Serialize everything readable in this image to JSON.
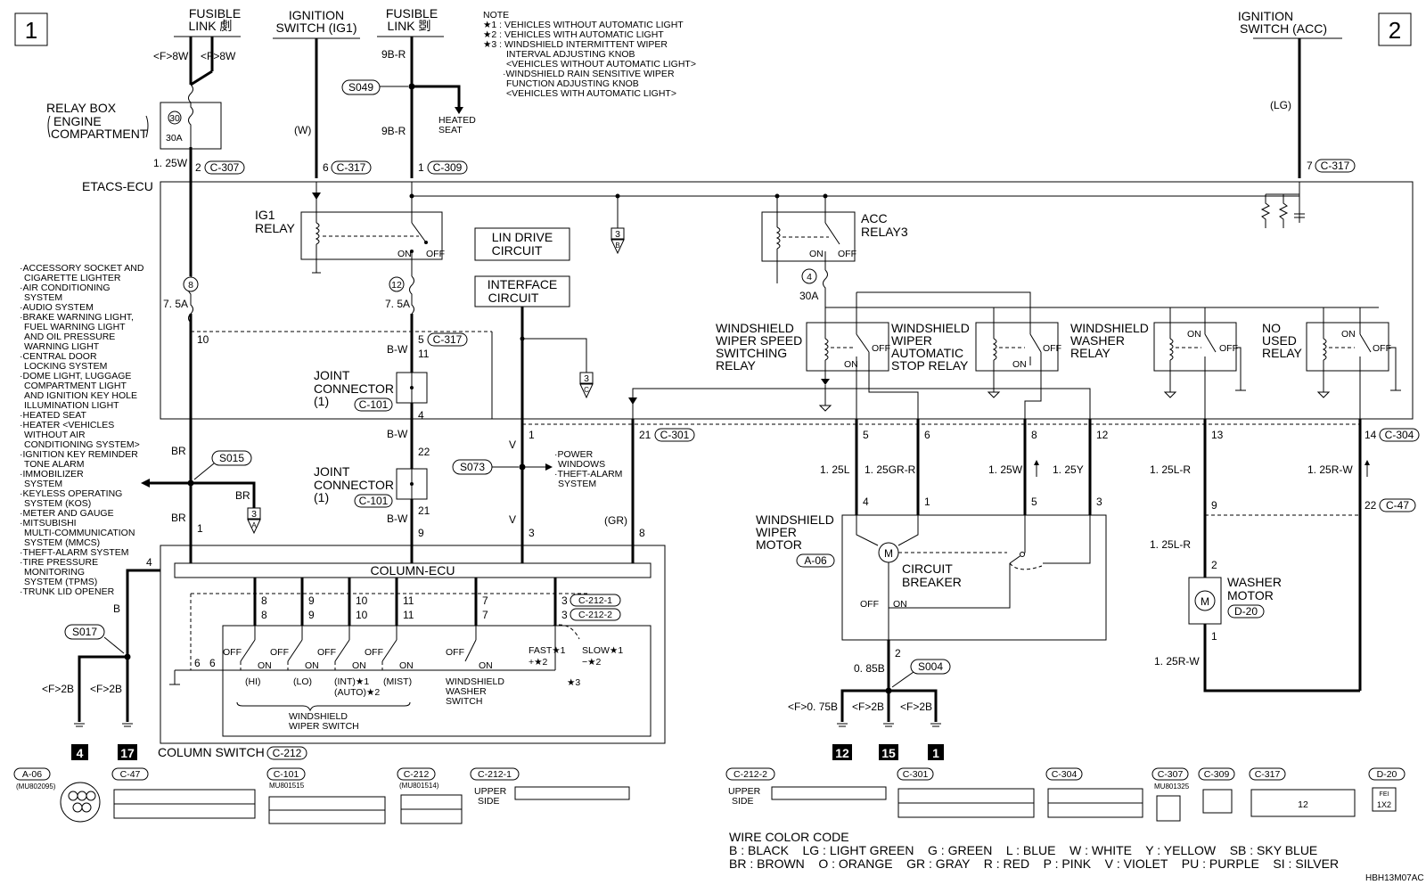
{
  "page": {
    "page_no_left": "1",
    "page_no_right": "2",
    "diagram_id": "HBH13M07AC"
  },
  "notes": {
    "header": "NOTE",
    "n1": "★1 : VEHICLES WITHOUT AUTOMATIC LIGHT",
    "n2": "★2 : VEHICLES WITH AUTOMATIC LIGHT",
    "n3a": "★3 : WINDSHIELD INTERMITTENT WIPER",
    "n3b": "INTERVAL ADJUSTING KNOB",
    "n3c": "<VEHICLES WITHOUT AUTOMATIC LIGHT>",
    "n3d": "·WINDSHIELD RAIN SENSITIVE WIPER",
    "n3e": "FUNCTION ADJUSTING KNOB",
    "n3f": "<VEHICLES WITH AUTOMATIC LIGHT>"
  },
  "top": {
    "fusible36_a": "FUSIBLE",
    "fusible36_b": "LINK 㓺",
    "ign_ig1_a": "IGNITION",
    "ign_ig1_b": "SWITCH (IG1)",
    "fusible34_a": "FUSIBLE",
    "fusible34_b": "LINK 㓸",
    "ign_acc_a": "IGNITION",
    "ign_acc_b": "SWITCH (ACC)",
    "f8w_1": "<F>8W",
    "f8w_2": "<F>8W",
    "w9br_1": "9B-R",
    "w9br_2": "9B-R",
    "w_w": "(W)",
    "w_lg": "(LG)",
    "s049": "S049",
    "heated_a": "HEATED",
    "heated_b": "SEAT"
  },
  "relay_box": {
    "l1": "RELAY BOX",
    "l2": "ENGINE",
    "l3": "COMPARTMENT",
    "fuse_no": "30",
    "amp": "30A",
    "wire": "1. 25W"
  },
  "connectors": {
    "c307_pin": "2",
    "c307": "C-307",
    "c317_pin6": "6",
    "c317a": "C-317",
    "c309_pin": "1",
    "c309": "C-309",
    "c317_pin7": "7",
    "c317b": "C-317",
    "c317_pin5": "5",
    "c317c": "C-317",
    "c301_pin21": "21",
    "c301": "C-301",
    "c304_pin14": "14",
    "c304": "C-304",
    "c47_pin22": "22",
    "c47": "C-47",
    "c212": "C-212",
    "c2121": "C-212-1",
    "c2122": "C-212-2",
    "c101a": "C-101",
    "c101b": "C-101",
    "a06": "A-06",
    "d20": "D-20"
  },
  "etacs": {
    "label": "ETACS-ECU",
    "ig1_a": "IG1",
    "ig1_b": "RELAY",
    "on": "ON",
    "off": "OFF",
    "fuse8": "8",
    "fuse8_amp": "7. 5A",
    "fuse12": "12",
    "fuse12_amp": "7. 5A",
    "fuse4": "4",
    "fuse4_amp": "30A",
    "lin_a": "LIN DRIVE",
    "lin_b": "CIRCUIT",
    "if_a": "INTERFACE",
    "if_b": "CIRCUIT",
    "acc_a": "ACC",
    "acc_b": "RELAY3",
    "ref3b": "3",
    "ref3b_l": "B",
    "ref3c": "3",
    "ref3c_l": "C",
    "ref3a": "3",
    "ref3a_l": "A",
    "r1_a": "WINDSHIELD",
    "r1_b": "WIPER SPEED",
    "r1_c": "SWITCHING",
    "r1_d": "RELAY",
    "r2_a": "WINDSHIELD",
    "r2_b": "WIPER",
    "r2_c": "AUTOMATIC",
    "r2_d": "STOP RELAY",
    "r3_a": "WINDSHIELD",
    "r3_b": "WASHER",
    "r3_c": "RELAY",
    "r4_a": "NO",
    "r4_b": "USED",
    "r4_c": "RELAY"
  },
  "pins": {
    "p10": "10",
    "p11": "11",
    "p4": "4",
    "p22": "22",
    "p21": "21",
    "p9": "9",
    "p1a": "1",
    "p3a": "3",
    "p8a": "8",
    "p1b": "1",
    "p5": "5",
    "p6": "6",
    "p8": "8",
    "p12": "12",
    "p13": "13",
    "m4": "4",
    "m1": "1",
    "m5": "5",
    "m3": "3",
    "m2": "2",
    "w9": "9",
    "w2": "2",
    "w1": "1",
    "col4": "4"
  },
  "wires": {
    "br1": "BR",
    "br2": "BR",
    "br3": "BR",
    "bw1": "B-W",
    "bw2": "B-W",
    "bw3": "B-W",
    "v1": "V",
    "v2": "V",
    "gr": "(GR)",
    "b": "B",
    "f2b1": "<F>2B",
    "f2b2": "<F>2B",
    "l125": "1. 25L",
    "gr125": "1. 25GR-R",
    "w125": "1. 25W",
    "y125": "1. 25Y",
    "lr125a": "1. 25L-R",
    "rw125a": "1. 25R-W",
    "lr125b": "1. 25L-R",
    "rw125b": "1. 25R-W",
    "b085": "0. 85B",
    "f075": "<F>0. 75B",
    "f2b3": "<F>2B",
    "f2b4": "<F>2B"
  },
  "splices": {
    "s015": "S015",
    "s073": "S073",
    "s017": "S017",
    "s004": "S004"
  },
  "joints": {
    "j1_a": "JOINT",
    "j1_b": "CONNECTOR",
    "j1_c": "(1)",
    "j2_a": "JOINT",
    "j2_b": "CONNECTOR",
    "j2_c": "(1)"
  },
  "power_windows": {
    "a": "·POWER",
    "b": "WINDOWS",
    "c": "·THEFT-ALARM",
    "d": "SYSTEM"
  },
  "left_list": [
    "·ACCESSORY SOCKET AND",
    "CIGARETTE LIGHTER",
    "·AIR CONDITIONING",
    "SYSTEM",
    "·AUDIO SYSTEM",
    "·BRAKE WARNING LIGHT,",
    "FUEL WARNING LIGHT",
    "AND OIL PRESSURE",
    "WARNING LIGHT",
    "·CENTRAL DOOR",
    "LOCKING SYSTEM",
    "·DOME LIGHT, LUGGAGE",
    "COMPARTMENT LIGHT",
    "AND IGNITION KEY HOLE",
    "ILLUMINATION LIGHT",
    "·HEATED SEAT",
    "·HEATER <VEHICLES",
    "WITHOUT AIR",
    "CONDITIONING SYSTEM>",
    "·IGNITION KEY REMINDER",
    "TONE ALARM",
    "·IMMOBILIZER",
    "SYSTEM",
    "·KEYLESS OPERATING",
    "SYSTEM (KOS)",
    "·METER AND GAUGE",
    "·MITSUBISHI",
    "MULTI-COMMUNICATION",
    "SYSTEM (MMCS)",
    "·THEFT-ALARM SYSTEM",
    "·TIRE PRESSURE",
    "MONITORING",
    "SYSTEM (TPMS)",
    "·TRUNK LID OPENER"
  ],
  "column": {
    "ecu": "COLUMN-ECU",
    "switch": "COLUMN SWITCH",
    "pins_top": [
      "8",
      "9",
      "10",
      "11",
      "7",
      "3"
    ],
    "pins_bot": [
      "8",
      "9",
      "10",
      "11",
      "7",
      "3"
    ],
    "p6a": "6",
    "p6b": "6",
    "off": "OFF",
    "on": "ON",
    "hi": "(HI)",
    "lo": "(LO)",
    "int": "(INT)★1",
    "auto": "(AUTO)★2",
    "mist": "(MIST)",
    "fast": "FAST★1",
    "plus": "+★2",
    "slow": "SLOW★1",
    "minus": "−★2",
    "star3": "★3",
    "wiper_sw_a": "WINDSHIELD",
    "wiper_sw_b": "WIPER SWITCH",
    "washer_a": "WINDSHIELD",
    "washer_b": "WASHER",
    "washer_c": "SWITCH"
  },
  "motor": {
    "w_a": "WINDSHIELD",
    "w_b": "WIPER",
    "w_c": "MOTOR",
    "cb_a": "CIRCUIT",
    "cb_b": "BREAKER",
    "off": "OFF",
    "on": "ON",
    "m_letter": "M",
    "washer_a": "WASHER",
    "washer_b": "MOTOR",
    "m2": "M"
  },
  "grounds": {
    "g4": "4",
    "g17": "17",
    "g12": "12",
    "g15": "15",
    "g1": "1"
  },
  "bottom_connectors": {
    "a06": "A-06",
    "a06_p": "(MU802095)",
    "c47": "C-47",
    "c101": "C-101",
    "c101_p": "MU801515",
    "c212": "C-212",
    "c212_p": "(MU801514)",
    "c2121": "C-212-1",
    "upper1": "UPPER",
    "side1": "SIDE",
    "c2122": "C-212-2",
    "upper2": "UPPER",
    "side2": "SIDE",
    "c301": "C-301",
    "c304": "C-304",
    "c307": "C-307",
    "c307_p": "MU801325",
    "c309": "C-309",
    "c317": "C-317",
    "d20": "D-20",
    "d20_fe": "FEI",
    "d20_12": "1X2",
    "c317_12": "12"
  },
  "color_code": {
    "title": "WIRE COLOR CODE",
    "row1": "B : BLACK    LG : LIGHT GREEN    G : GREEN    L : BLUE    W : WHITE    Y : YELLOW    SB : SKY BLUE",
    "row2": "BR : BROWN    O : ORANGE    GR : GRAY    R : RED    P : PINK    V : VIOLET    PU : PURPLE    SI : SILVER"
  }
}
